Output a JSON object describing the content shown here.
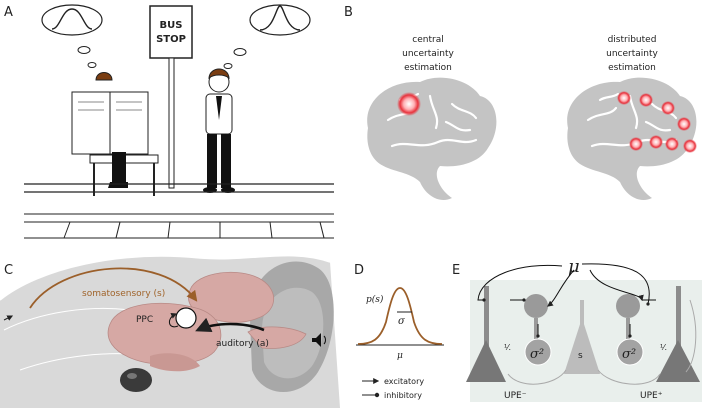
{
  "colors": {
    "somatosensory": "#9b5f2a",
    "brain": "#c4c4c4",
    "hotspot": "#e8323c",
    "mouse_brain": "#d6a8a4",
    "neuron": "#8c8c8c",
    "panel_e_bg": "#e9efec"
  },
  "panel_a": {
    "letter": "A",
    "sign_line1": "BUS",
    "sign_line2": "STOP"
  },
  "panel_b": {
    "letter": "B",
    "central_label": [
      "central",
      "uncertainty",
      "estimation"
    ],
    "distributed_label": [
      "distributed",
      "uncertainty",
      "estimation"
    ]
  },
  "panel_c": {
    "letter": "C",
    "somatosensory_label": "somatosensory (s)",
    "ppc_label": "PPC",
    "auditory_label": "auditory (a)"
  },
  "panel_d": {
    "letter": "D",
    "ylabel": "p(s)",
    "sigma_label": "σ",
    "mu_label": "μ",
    "legend_excitatory": "excitatory",
    "legend_inhibitory": "inhibitory"
  },
  "panel_e": {
    "letter": "E",
    "mu_label": "μ",
    "s_label": "s",
    "sigma2_label": "σ²",
    "upe_minus_label": "UPE⁻",
    "upe_plus_label": "UPE⁺",
    "gain_label": "⅟."
  }
}
